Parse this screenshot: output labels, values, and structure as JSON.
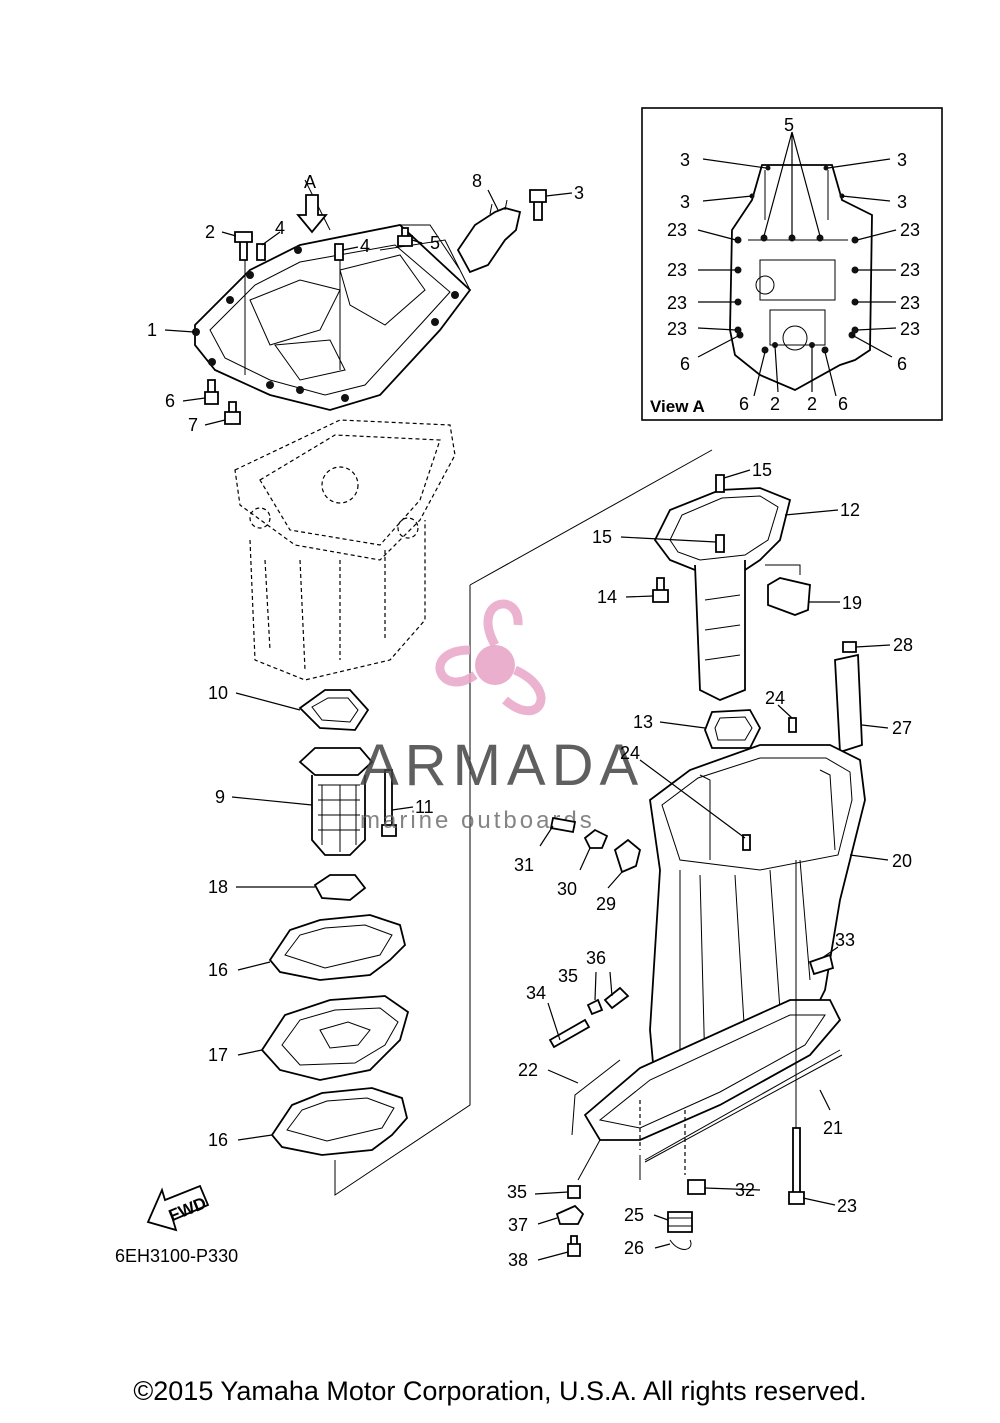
{
  "callouts": {
    "c1": "1",
    "c2": "2",
    "c3a": "3",
    "c4a": "4",
    "c4b": "4",
    "c5": "5",
    "c6": "6",
    "c7": "7",
    "c8": "8",
    "c9": "9",
    "c10": "10",
    "c11": "11",
    "c12": "12",
    "c13": "13",
    "c14": "14",
    "c15a": "15",
    "c15b": "15",
    "c16a": "16",
    "c16b": "16",
    "c17": "17",
    "c18": "18",
    "c19": "19",
    "c20": "20",
    "c21": "21",
    "c22": "22",
    "c23": "23",
    "c24a": "24",
    "c24b": "24",
    "c25": "25",
    "c26": "26",
    "c27": "27",
    "c28": "28",
    "c29": "29",
    "c30": "30",
    "c31": "31",
    "c32": "32",
    "c33": "33",
    "c34": "34",
    "c35a": "35",
    "c35b": "35",
    "c36": "36",
    "c37": "37",
    "c38": "38",
    "view_a_arrow": "A"
  },
  "view_a": {
    "title": "View A",
    "labels": {
      "t5": "5",
      "l3a": "3",
      "l3b": "3",
      "r3a": "3",
      "r3b": "3",
      "l23a": "23",
      "l23b": "23",
      "l23c": "23",
      "l23d": "23",
      "r23a": "23",
      "r23b": "23",
      "r23c": "23",
      "r23d": "23",
      "l6a": "6",
      "l6b": "6",
      "r6a": "6",
      "r6b": "6",
      "b2a": "2",
      "b2b": "2"
    }
  },
  "fwd_label": "FWD",
  "diagram_code": "6EH3100-P330",
  "watermark": {
    "name": "ARMADA",
    "tagline": "marine outboards",
    "color": "#e9a6c9"
  },
  "copyright": "©2015 Yamaha Motor Corporation, U.S.A. All rights reserved."
}
